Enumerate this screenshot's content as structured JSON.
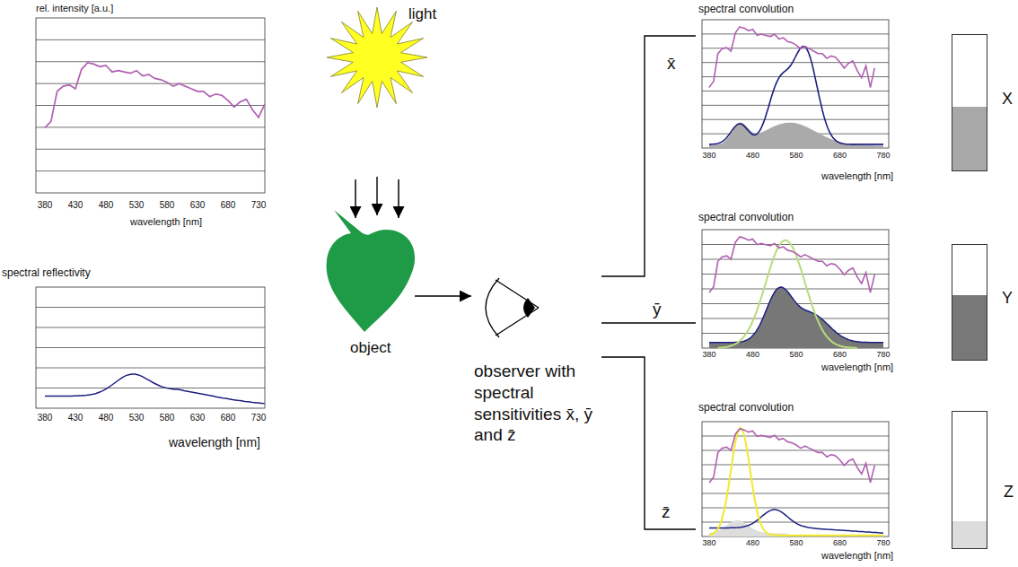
{
  "diagram": {
    "nodes": [
      {
        "text": [
          "light"
        ]
      },
      {
        "text": [
          "object"
        ]
      },
      {
        "text": [
          "observer with spectral sensitivities x̄, ȳ and z̄"
        ]
      },
      {
        "text": [
          "spectral convolution",
          "wavelength [nm]"
        ]
      },
      {
        "text": [
          "spectral convolution",
          "wavelength [nm]"
        ]
      },
      {
        "text": [
          "spectral convolution",
          "wavelength [nm]"
        ]
      },
      {
        "text": [
          "X"
        ]
      },
      {
        "text": [
          "Y"
        ]
      },
      {
        "text": [
          "Z"
        ]
      }
    ],
    "edges": [
      {
        "from": 0,
        "to": 1,
        "arrow": "to"
      },
      {
        "from": 1,
        "to": 2,
        "arrow": "to"
      },
      {
        "from": 2,
        "to": 3,
        "arrow": "none",
        "label": "x̄"
      },
      {
        "from": 2,
        "to": 4,
        "arrow": "none",
        "label": "ȳ"
      },
      {
        "from": 2,
        "to": 5,
        "arrow": "none",
        "label": "z̄"
      }
    ],
    "labels": [
      "rel. intensity [a.u.]",
      "380",
      "430",
      "480",
      "530",
      "580",
      "630",
      "680",
      "730",
      "wavelength [nm]",
      "spectral reflectivity",
      "380",
      "430",
      "480",
      "530",
      "580",
      "630",
      "680",
      "730",
      "wavelength [nm]",
      "380",
      "480",
      "580",
      "680",
      "780",
      "380",
      "480",
      "580",
      "680",
      "780",
      "380",
      "480",
      "580",
      "680",
      "780"
    ]
  }
}
